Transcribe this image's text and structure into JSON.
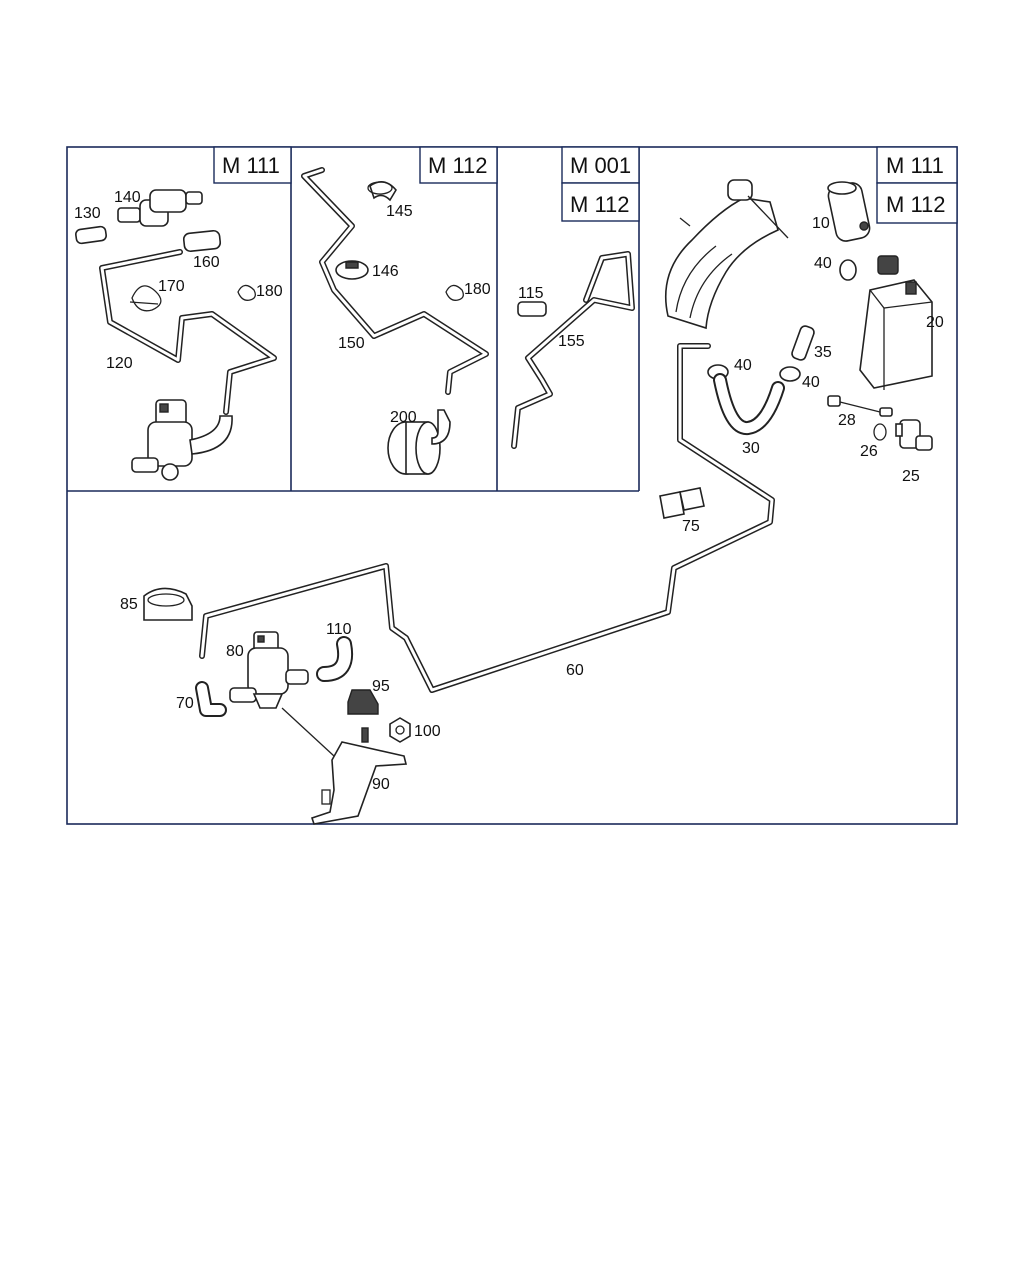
{
  "badges": {
    "b1": "M 111",
    "b2": "M 112",
    "b3a": "M 001",
    "b3b": "M 112",
    "b4a": "M 111",
    "b4b": "M 112"
  },
  "labels": {
    "p10": "10",
    "p20": "20",
    "p25": "25",
    "p26": "26",
    "p28": "28",
    "p30": "30",
    "p35": "35",
    "p40a": "40",
    "p40b": "40",
    "p40c": "40",
    "p60": "60",
    "p70": "70",
    "p75": "75",
    "p80": "80",
    "p85": "85",
    "p90": "90",
    "p95": "95",
    "p100": "100",
    "p110": "110",
    "p115": "115",
    "p120": "120",
    "p130": "130",
    "p140": "140",
    "p145": "145",
    "p146": "146",
    "p150": "150",
    "p155": "155",
    "p160": "160",
    "p170": "170",
    "p180a": "180",
    "p180b": "180",
    "p200": "200"
  }
}
